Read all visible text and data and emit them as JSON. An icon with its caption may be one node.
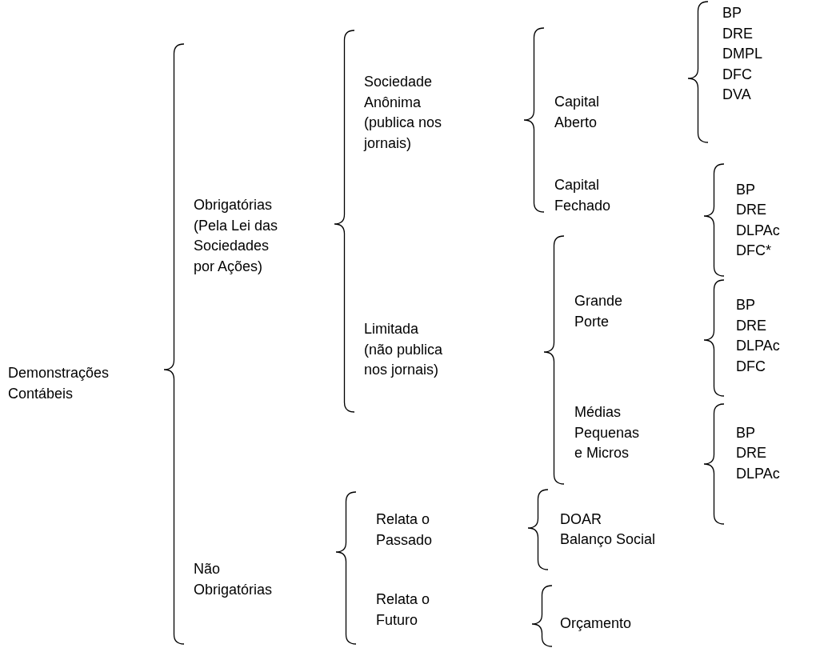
{
  "diagram": {
    "labels": [
      "Demonstrações Contábeis",
      "Obrigatórias (Pela Lei das Sociedades por Ações)",
      "Sociedade Anônima (publica nos jornais)",
      "Capital Aberto",
      "BP",
      "DRE",
      "DMPL",
      "DFC",
      "DVA",
      "Capital Fechado",
      "BP",
      "DRE",
      "DLPAc",
      "DFC*",
      "Limitada (não publica nos jornais)",
      "Grande Porte",
      "BP",
      "DRE",
      "DLPAc",
      "DFC",
      "Médias Pequenas e Micros",
      "BP",
      "DRE",
      "DLPAc",
      "Não Obrigatórias",
      "Relata o Passado",
      "DOAR",
      "Balanço Social",
      "Relata o Futuro",
      "Orçamento"
    ]
  }
}
